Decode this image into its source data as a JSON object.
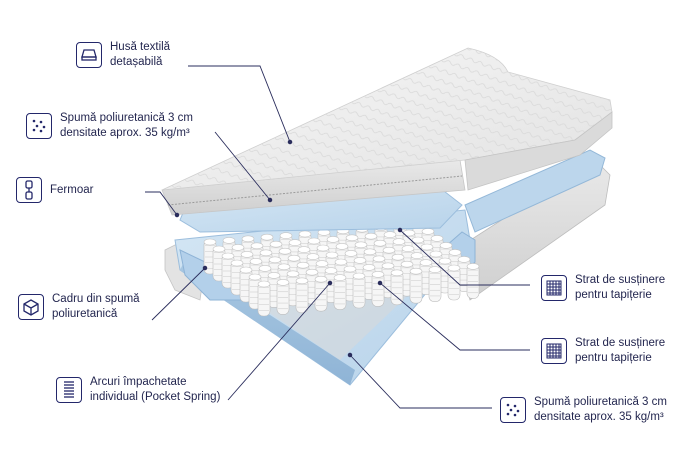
{
  "colors": {
    "text": "#23264f",
    "icon_stroke": "#23276a",
    "leader_line": "#2a2d5c",
    "foam": "#c5dcef",
    "cover": "#eeeeee",
    "springs": "#f4f4f4"
  },
  "callouts": [
    {
      "id": "cover",
      "icon": "mattress-icon",
      "lines": [
        "Husă textilă",
        "detașabilă"
      ]
    },
    {
      "id": "foam-top",
      "icon": "foam-dots-icon",
      "lines": [
        "Spumă poliuretanică 3 cm",
        "densitate aprox. 35 kg/m³"
      ]
    },
    {
      "id": "zipper",
      "icon": "zipper-icon",
      "lines": [
        "Fermoar"
      ]
    },
    {
      "id": "frame",
      "icon": "cube-icon",
      "lines": [
        "Cadru din spumă",
        "poliuretanică"
      ]
    },
    {
      "id": "springs",
      "icon": "spring-icon",
      "lines": [
        "Arcuri împachetate",
        "individual (Pocket Spring)"
      ]
    },
    {
      "id": "support-1",
      "icon": "grid-icon",
      "lines": [
        "Strat de susținere",
        "pentru tapițerie"
      ]
    },
    {
      "id": "support-2",
      "icon": "grid-icon",
      "lines": [
        "Strat de susținere",
        "pentru tapițerie"
      ]
    },
    {
      "id": "foam-bottom",
      "icon": "foam-dots-icon",
      "lines": [
        "Spumă poliuretanică 3 cm",
        "densitate aprox. 35 kg/m³"
      ]
    }
  ]
}
